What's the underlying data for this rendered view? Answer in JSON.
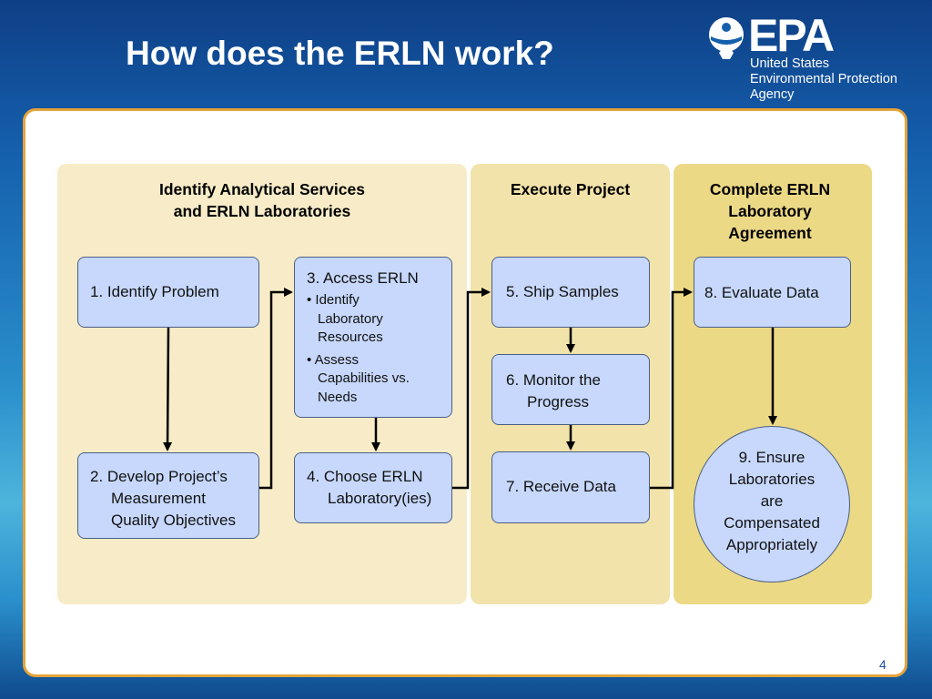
{
  "slide": {
    "title": "How does the ERLN work?",
    "page_number": "4"
  },
  "logo": {
    "wordmark": "EPA",
    "agency_line1": "United States",
    "agency_line2": "Environmental Protection",
    "agency_line3": "Agency"
  },
  "columns": [
    {
      "heading_line1": "Identify Analytical Services",
      "heading_line2": "and ERLN Laboratories"
    },
    {
      "heading_line1": "Execute Project"
    },
    {
      "heading_line1": "Complete ERLN",
      "heading_line2": "Laboratory",
      "heading_line3": "Agreement"
    }
  ],
  "steps": {
    "s1": {
      "text": "1. Identify Problem"
    },
    "s2": {
      "line1": "2. Develop Project’s",
      "line2": "Measurement",
      "line3": "Quality Objectives"
    },
    "s3": {
      "title": "3. Access ERLN",
      "bullet1_l1": "• Identify",
      "bullet1_l2": "Laboratory",
      "bullet1_l3": "Resources",
      "bullet2_l1": "• Assess",
      "bullet2_l2": "Capabilities vs.",
      "bullet2_l3": "Needs"
    },
    "s4": {
      "line1": "4. Choose ERLN",
      "line2": "Laboratory(ies)"
    },
    "s5": {
      "text": "5. Ship Samples"
    },
    "s6": {
      "line1": "6. Monitor the",
      "line2": "Progress"
    },
    "s7": {
      "text": "7. Receive Data"
    },
    "s8": {
      "text": "8. Evaluate Data"
    },
    "s9": {
      "line1": "9. Ensure",
      "line2": "Laboratories",
      "line3": "are",
      "line4": "Compensated",
      "line5": "Appropriately"
    }
  },
  "colors": {
    "box_fill": "#c7d8fc",
    "box_border": "#4a5f86",
    "panel_border": "#e6a43a",
    "column_1": "#f7ecc7",
    "column_2": "#f2e3aa",
    "column_3": "#ecd985"
  }
}
